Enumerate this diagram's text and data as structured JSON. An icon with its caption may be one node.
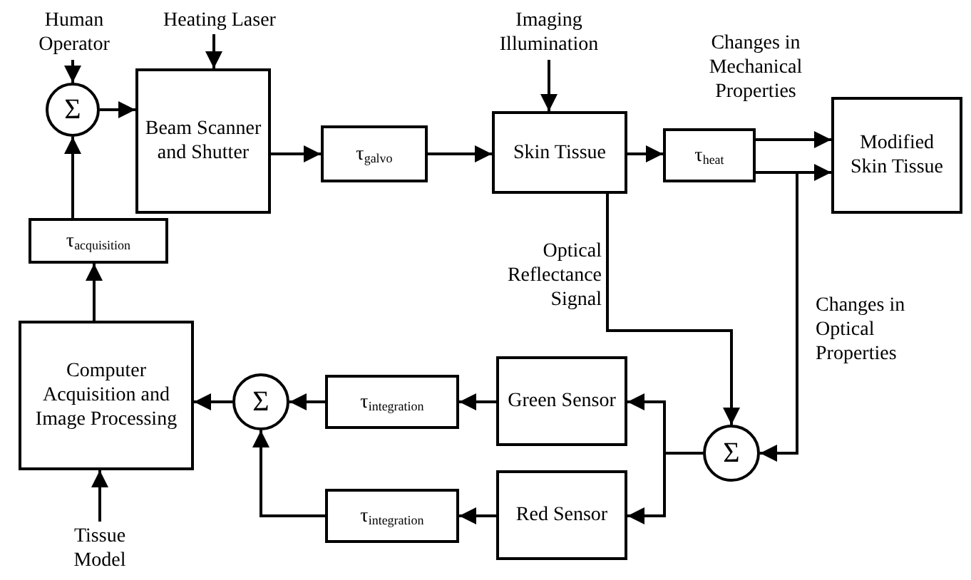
{
  "diagram": {
    "nodes": [
      {
        "text": [
          "Human Operator"
        ]
      },
      {
        "text": [
          "Heating Laser"
        ]
      },
      {
        "text": [
          "Σ"
        ]
      },
      {
        "text": [
          "Beam Scanner and Shutter"
        ]
      },
      {
        "text": [
          "τ$_{galvo}$"
        ]
      },
      {
        "text": [
          "Imaging Illumination"
        ]
      },
      {
        "text": [
          "Skin Tissue"
        ]
      },
      {
        "text": [
          "τ$_{heat}$"
        ]
      },
      {
        "text": [
          "Modified Skin Tissue"
        ]
      },
      {
        "text": [
          "τ$_{acquisition}$"
        ]
      },
      {
        "text": [
          "Computer Acquisition and Image Processing"
        ]
      },
      {
        "text": [
          "Σ"
        ]
      },
      {
        "text": [
          "τ$_{integration}$"
        ]
      },
      {
        "text": [
          "Green Sensor"
        ]
      },
      {
        "text": [
          "Σ"
        ]
      },
      {
        "text": [
          "τ$_{integration}$"
        ]
      },
      {
        "text": [
          "Red Sensor"
        ]
      },
      {
        "text": [
          "Tissue Model"
        ]
      }
    ],
    "edges": [
      {
        "from": 0,
        "to": 2,
        "arrow": "to"
      },
      {
        "from": 1,
        "to": 3,
        "arrow": "to"
      },
      {
        "from": 2,
        "to": 3,
        "arrow": "to"
      },
      {
        "from": 9,
        "to": 2,
        "arrow": "to"
      },
      {
        "from": 3,
        "to": 4,
        "arrow": "to"
      },
      {
        "from": 4,
        "to": 6,
        "arrow": "to"
      },
      {
        "from": 5,
        "to": 6,
        "arrow": "to"
      },
      {
        "from": 6,
        "to": 7,
        "arrow": "to"
      },
      {
        "from": 7,
        "to": 8,
        "arrow": "to",
        "label": "Changes in Mechanical Properties"
      },
      {
        "from": 7,
        "to": 8,
        "arrow": "to"
      },
      {
        "from": 7,
        "to": 14,
        "arrow": "to",
        "label": "Changes in Optical Properties"
      },
      {
        "from": 6,
        "to": 14,
        "arrow": "to",
        "label": "Optical Reflectance Signal"
      },
      {
        "from": 14,
        "to": 13,
        "arrow": "to"
      },
      {
        "from": 14,
        "to": 16,
        "arrow": "to"
      },
      {
        "from": 13,
        "to": 12,
        "arrow": "to"
      },
      {
        "from": 16,
        "to": 15,
        "arrow": "to"
      },
      {
        "from": 12,
        "to": 11,
        "arrow": "to"
      },
      {
        "from": 15,
        "to": 11,
        "arrow": "to"
      },
      {
        "from": 11,
        "to": 10,
        "arrow": "to"
      },
      {
        "from": 10,
        "to": 9,
        "arrow": "to"
      },
      {
        "from": 17,
        "to": 10,
        "arrow": "to"
      }
    ]
  }
}
